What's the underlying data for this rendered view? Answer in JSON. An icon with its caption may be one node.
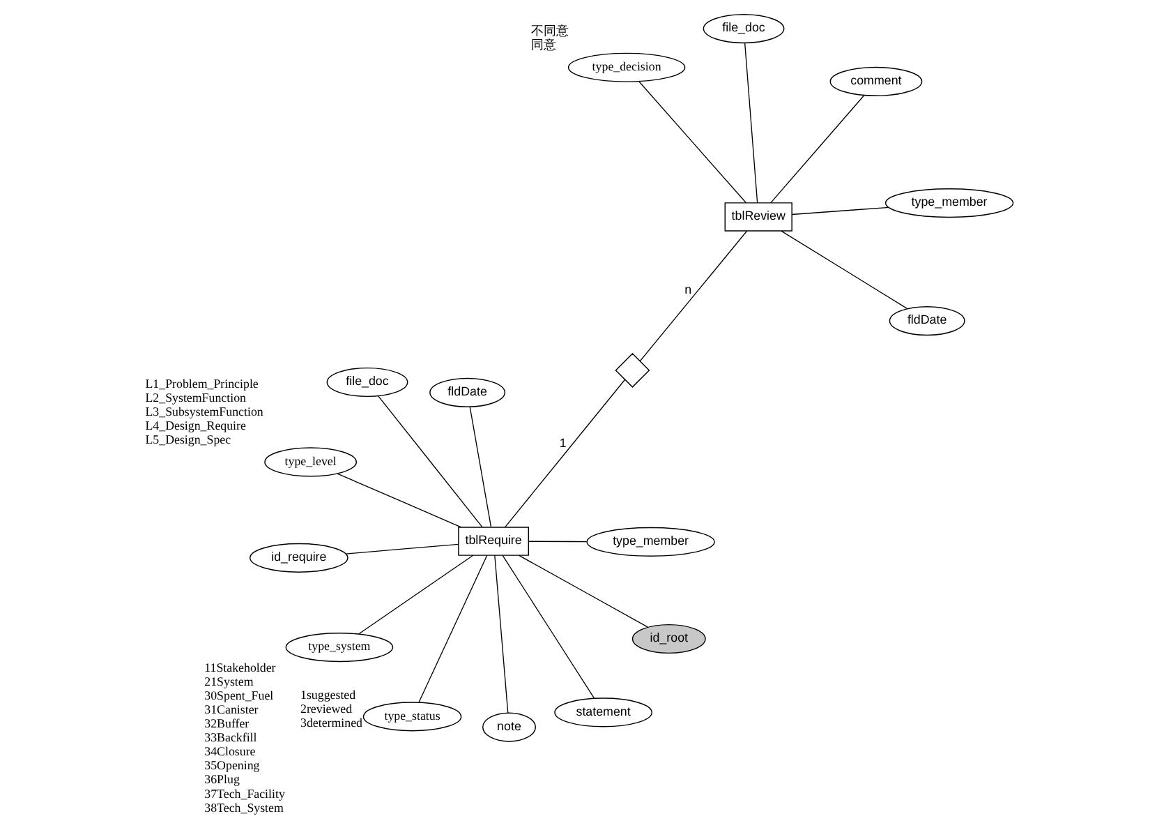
{
  "diagram": {
    "nodes": [
      {
        "text": [
          "tblRequire"
        ]
      },
      {
        "text": [
          "type_member"
        ]
      },
      {
        "text": [
          "type_status"
        ],
        "beside": [
          "1suggested",
          "2reviewed",
          "3determined"
        ]
      },
      {
        "text": [
          "file_doc"
        ]
      },
      {
        "text": [
          "fldDate"
        ]
      },
      {
        "text": [
          "type_level"
        ],
        "beside": [
          "L1_Problem_Principle",
          "L2_SystemFunction",
          "L3_SubsystemFunction",
          "L4_Design_Require",
          "L5_Design_Spec"
        ]
      },
      {
        "text": [
          "id_require"
        ]
      },
      {
        "text": [
          "id_root"
        ]
      },
      {
        "text": [
          "type_system"
        ],
        "beside": [
          "11Stakeholder",
          "21System",
          "30Spent_Fuel",
          "31Canister",
          "32Buffer",
          "33Backfill",
          "34Closure",
          "35Opening",
          "36Plug",
          "37Tech_Facility",
          "38Tech_System"
        ]
      },
      {
        "text": [
          "statement"
        ]
      },
      {
        "text": [
          "note"
        ]
      },
      {
        "text": [],
        "shape": "diamond"
      },
      {
        "text": [
          "tblReview"
        ]
      },
      {
        "text": [
          "comment"
        ]
      },
      {
        "text": [
          "file_doc"
        ]
      },
      {
        "text": [
          "fldDate"
        ]
      },
      {
        "text": [
          "type_member"
        ]
      },
      {
        "text": [
          "type_decision"
        ],
        "beside": [
          "不同意",
          "同意"
        ]
      }
    ],
    "edges": [
      {
        "from": 0,
        "to": 1,
        "arrow": "none"
      },
      {
        "from": 0,
        "to": 2,
        "arrow": "none"
      },
      {
        "from": 0,
        "to": 3,
        "arrow": "none"
      },
      {
        "from": 0,
        "to": 4,
        "arrow": "none"
      },
      {
        "from": 0,
        "to": 5,
        "arrow": "none"
      },
      {
        "from": 0,
        "to": 6,
        "arrow": "none"
      },
      {
        "from": 0,
        "to": 7,
        "arrow": "none"
      },
      {
        "from": 0,
        "to": 8,
        "arrow": "none"
      },
      {
        "from": 0,
        "to": 9,
        "arrow": "none"
      },
      {
        "from": 0,
        "to": 10,
        "arrow": "none"
      },
      {
        "from": 0,
        "to": 11,
        "arrow": "none",
        "label": "1"
      },
      {
        "from": 11,
        "to": 12,
        "arrow": "none",
        "label": "n"
      },
      {
        "from": 12,
        "to": 13,
        "arrow": "none"
      },
      {
        "from": 12,
        "to": 14,
        "arrow": "none"
      },
      {
        "from": 12,
        "to": 15,
        "arrow": "none"
      },
      {
        "from": 12,
        "to": 16,
        "arrow": "none"
      },
      {
        "from": 12,
        "to": 17,
        "arrow": "none"
      }
    ]
  }
}
